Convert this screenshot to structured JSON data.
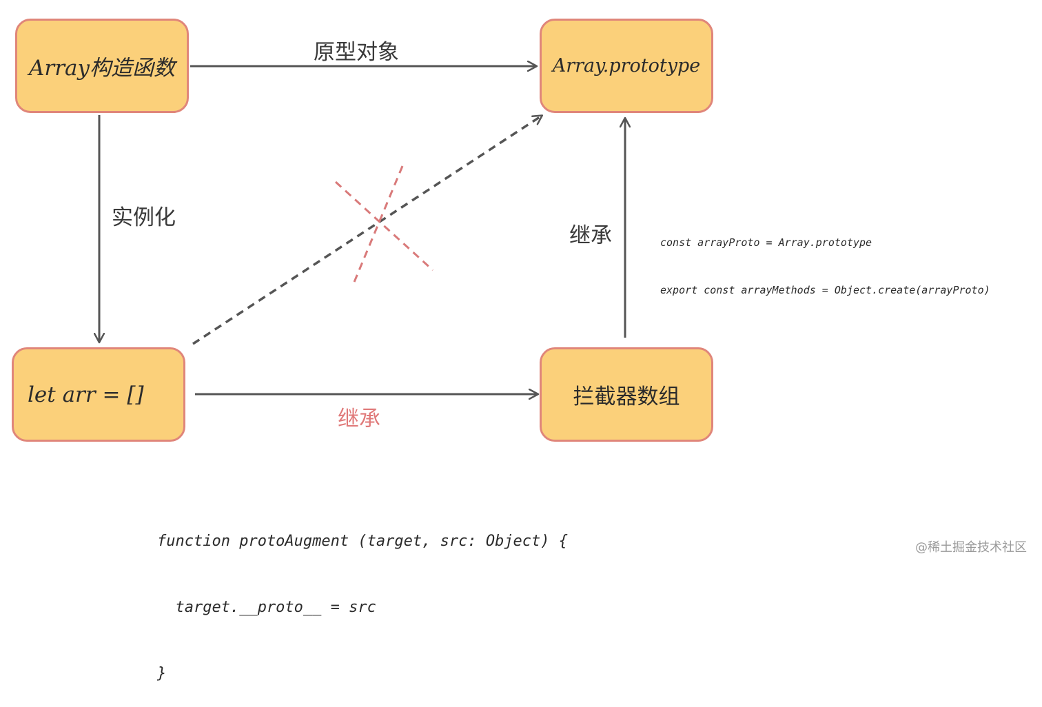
{
  "nodes": {
    "array_constructor": "Array构造函数",
    "array_prototype": "Array.prototype",
    "let_arr": "let arr = []",
    "interceptor_array": "拦截器数组"
  },
  "edges": {
    "prototype_object": "原型对象",
    "instantiate": "实例化",
    "inherit_right": "继承",
    "inherit_bottom": "继承"
  },
  "code": {
    "proto_augment": [
      "function protoAugment (target, src: Object) {",
      "  target.__proto__ = src",
      "}"
    ],
    "array_methods": [
      "const arrayProto = Array.prototype",
      "export const arrayMethods = Object.create(arrayProto)"
    ]
  },
  "watermark": "@稀土掘金技术社区",
  "colors": {
    "node_fill": "#fbd07a",
    "node_border": "#e0867a",
    "arrow": "#555555",
    "cross_mark": "#d97a7a",
    "highlight_label": "#e07a7a"
  }
}
